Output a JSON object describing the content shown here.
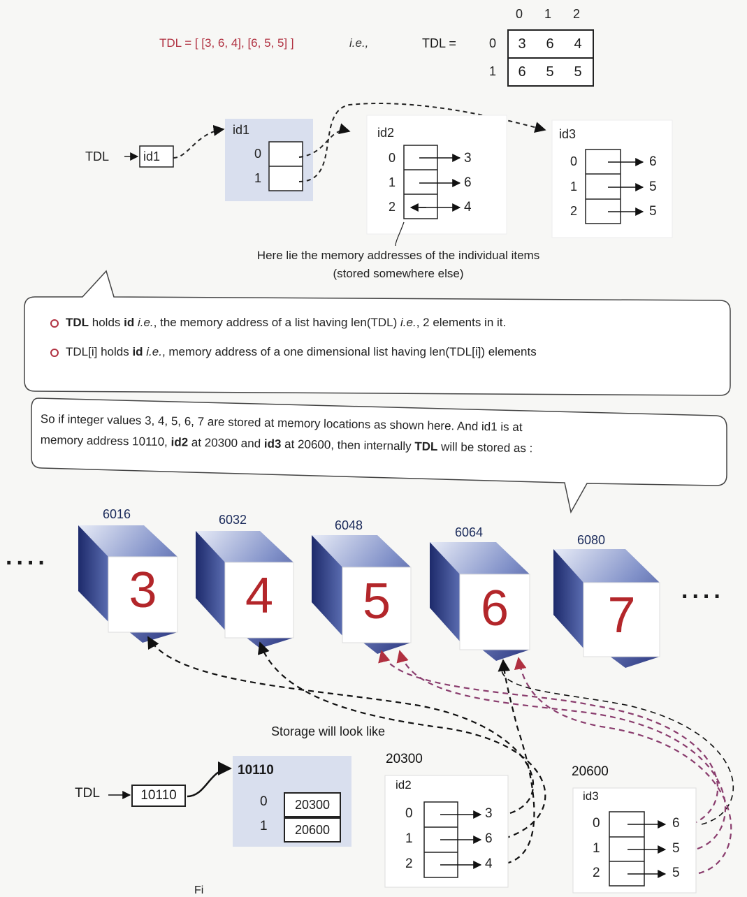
{
  "header": {
    "tdl_literal": "TDL = [ [3, 6, 4], [6, 5, 5] ]",
    "ie": "i.e.,",
    "tdl_eq": "TDL =",
    "col_headers": [
      "0",
      "1",
      "2"
    ],
    "row_headers": [
      "0",
      "1"
    ],
    "rows": [
      [
        "3",
        "6",
        "4"
      ],
      [
        "6",
        "5",
        "5"
      ]
    ]
  },
  "diagram1": {
    "tdl_label": "TDL",
    "tdl_box": "id1",
    "id1_label": "id1",
    "id1_indices": [
      "0",
      "1"
    ],
    "id2_label": "id2",
    "id2_indices": [
      "0",
      "1",
      "2"
    ],
    "id2_values": [
      "3",
      "6",
      "4"
    ],
    "id3_label": "id3",
    "id3_indices": [
      "0",
      "1",
      "2"
    ],
    "id3_values": [
      "6",
      "5",
      "5"
    ],
    "note_line1": "Here lie the memory addresses of the individual items",
    "note_line2": "(stored somewhere else)"
  },
  "callout1": {
    "b1_pre": "TDL",
    "b1_mid": " holds ",
    "b1_id": "id",
    "b1_ie": " i.e.",
    "b1_rest": ", the memory address of a list having len(TDL) ",
    "b1_ie2": "i.e.",
    "b1_end": ", 2 elements in it.",
    "b2_pre": "TDL[i]",
    "b2_mid": " holds ",
    "b2_id": "id",
    "b2_ie": " i.e.",
    "b2_rest": ", memory address of a one dimensional list having len(TDL[i]) elements"
  },
  "callout2": {
    "line1_a": "So if integer values 3, 4, 5, 6, 7 are stored at memory locations as shown here. And id1 is at",
    "line2_a": "memory address 10110, ",
    "line2_id2": "id2",
    "line2_b": " at 20300 and ",
    "line2_id3": "id3",
    "line2_c": " at 20600, then internally ",
    "line2_tdl": "TDL",
    "line2_d": " will be stored as :"
  },
  "memory": {
    "ellipsis": "....",
    "cells": [
      {
        "addr": "6016",
        "value": "3"
      },
      {
        "addr": "6032",
        "value": "4"
      },
      {
        "addr": "6048",
        "value": "5"
      },
      {
        "addr": "6064",
        "value": "6"
      },
      {
        "addr": "6080",
        "value": "7"
      }
    ]
  },
  "storage": {
    "caption": "Storage will look like",
    "tdl_label": "TDL",
    "tdl_box": "10110",
    "outer_addr": "10110",
    "outer_indices": [
      "0",
      "1"
    ],
    "outer_values": [
      "20300",
      "20600"
    ],
    "id2_addr": "20300",
    "id2_label": "id2",
    "id2_indices": [
      "0",
      "1",
      "2"
    ],
    "id2_values": [
      "3",
      "6",
      "4"
    ],
    "id3_addr": "20600",
    "id3_label": "id3",
    "id3_indices": [
      "0",
      "1",
      "2"
    ],
    "id3_values": [
      "6",
      "5",
      "5"
    ],
    "fig_fragment": "Fi"
  }
}
